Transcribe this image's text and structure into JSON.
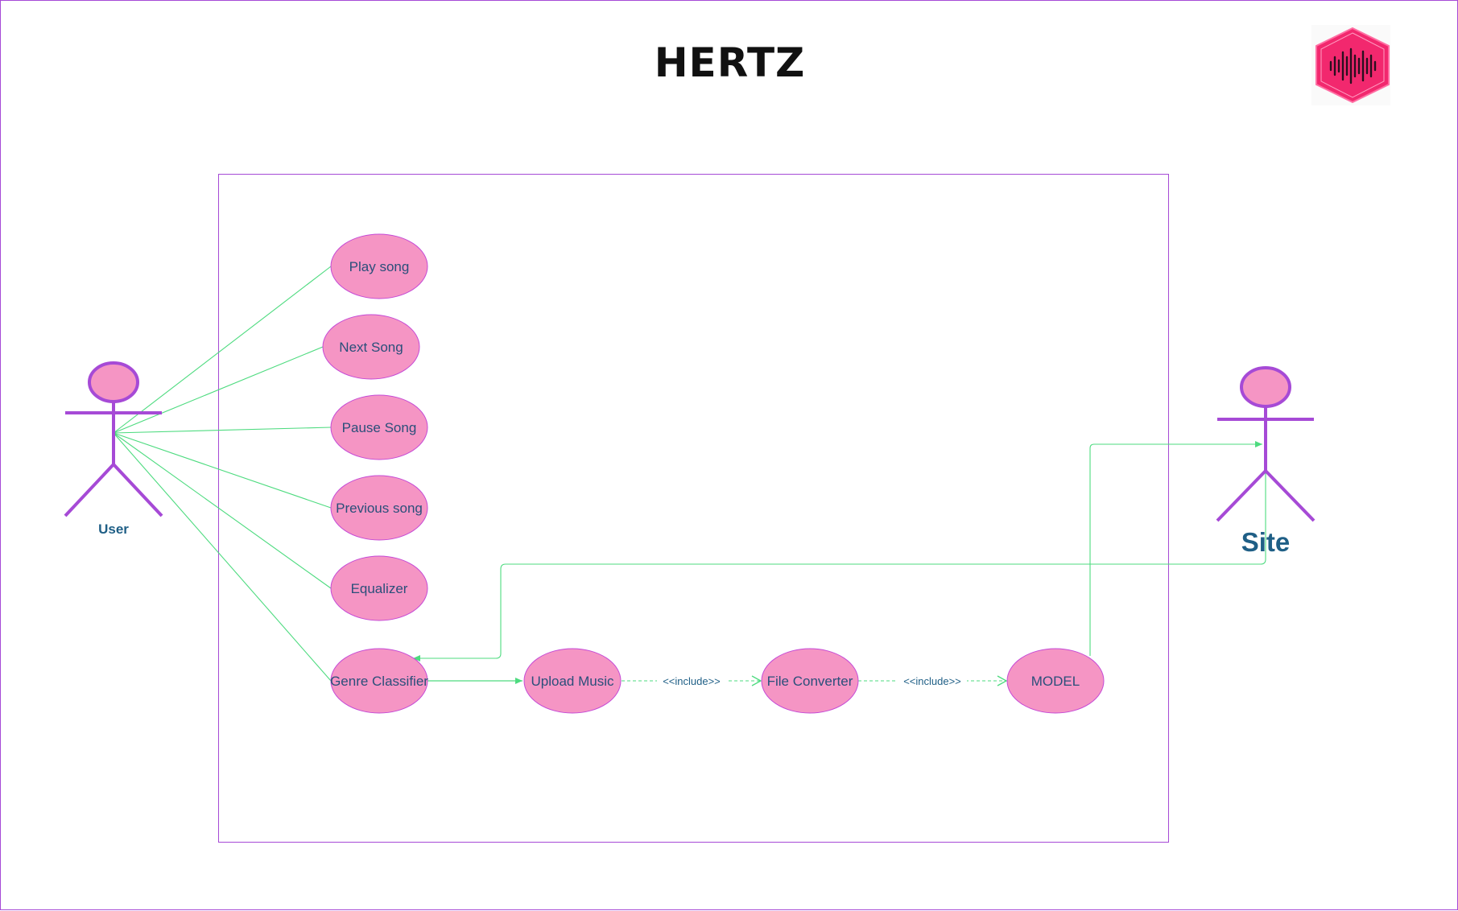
{
  "diagram": {
    "title": "HERTZ",
    "logo_icon": "sound-wave-hexagon-logo",
    "actors": {
      "user": "User",
      "site": "Site"
    },
    "use_cases": {
      "play_song": "Play song",
      "next_song": "Next Song",
      "pause_song": "Pause Song",
      "previous_song": "Previous song",
      "equalizer": "Equalizer",
      "genre_classifier": "Genre Classifier",
      "upload_music": "Upload Music",
      "file_converter": "File Converter",
      "model": "MODEL"
    },
    "relations": {
      "include_1": "<<include>>",
      "include_2": "<<include>>"
    },
    "colors": {
      "border": "#a64ad6",
      "actor": "#a64ad6",
      "use_case_fill": "#f595c4",
      "connector": "#4ddb7f",
      "logo": "#f2286e"
    }
  }
}
